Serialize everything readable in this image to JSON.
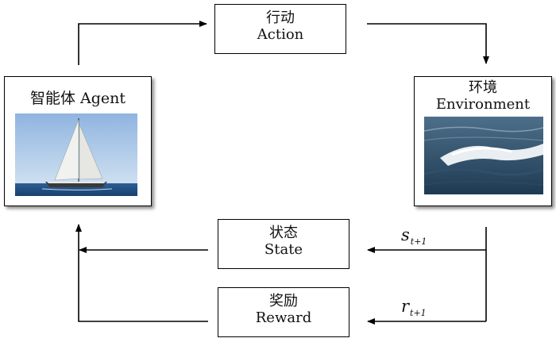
{
  "action": {
    "zh": "行动",
    "en": "Action"
  },
  "agent": {
    "title": "智能体 Agent",
    "icon": "sailboat-photo"
  },
  "environment": {
    "zh": "环境",
    "en": "Environment",
    "icon": "ocean-wave-photo"
  },
  "state": {
    "zh": "状态",
    "en": "State"
  },
  "reward": {
    "zh": "奖励",
    "en": "Reward"
  },
  "signals": {
    "state_var": "s",
    "state_sub": "t+1",
    "reward_var": "r",
    "reward_sub": "t+1"
  },
  "colors": {
    "line": "#000000",
    "sky": "#a9c6e6",
    "sea": "#2a4a66"
  }
}
